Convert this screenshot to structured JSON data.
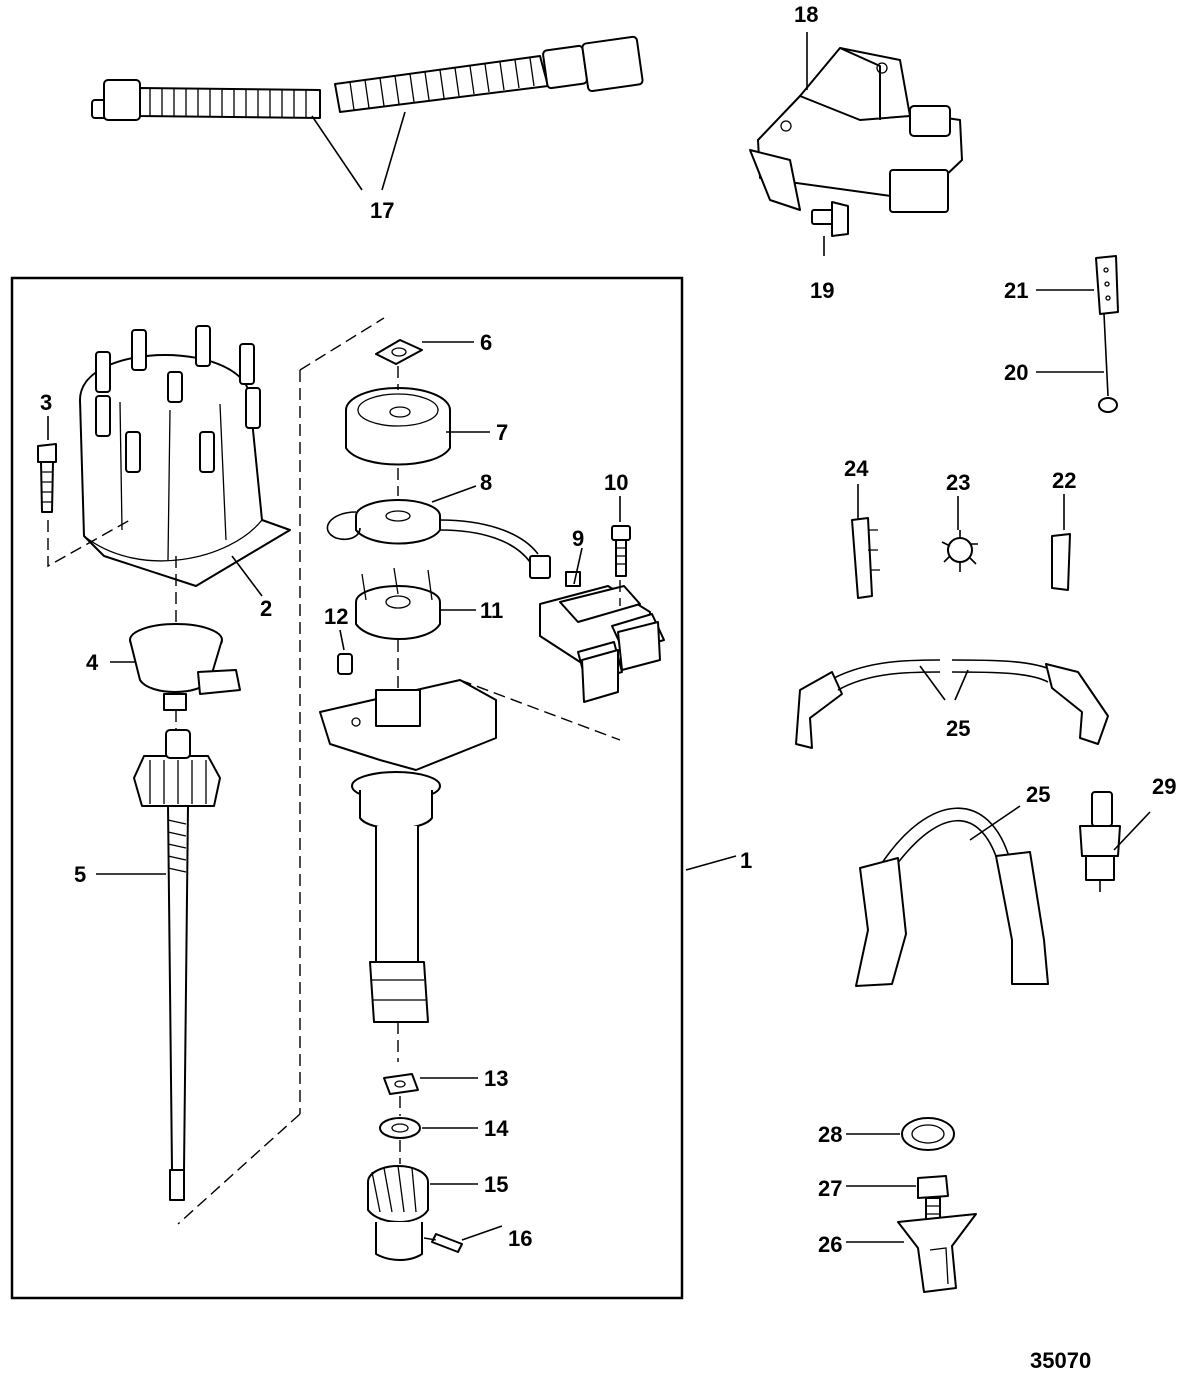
{
  "figure_number": "35070",
  "callouts": [
    {
      "id": "c1",
      "label": "1"
    },
    {
      "id": "c2",
      "label": "2"
    },
    {
      "id": "c3",
      "label": "3"
    },
    {
      "id": "c4",
      "label": "4"
    },
    {
      "id": "c5",
      "label": "5"
    },
    {
      "id": "c6",
      "label": "6"
    },
    {
      "id": "c7",
      "label": "7"
    },
    {
      "id": "c8",
      "label": "8"
    },
    {
      "id": "c9",
      "label": "9"
    },
    {
      "id": "c10",
      "label": "10"
    },
    {
      "id": "c11",
      "label": "11"
    },
    {
      "id": "c12",
      "label": "12"
    },
    {
      "id": "c13",
      "label": "13"
    },
    {
      "id": "c14",
      "label": "14"
    },
    {
      "id": "c15",
      "label": "15"
    },
    {
      "id": "c16",
      "label": "16"
    },
    {
      "id": "c17",
      "label": "17"
    },
    {
      "id": "c18",
      "label": "18"
    },
    {
      "id": "c19",
      "label": "19"
    },
    {
      "id": "c20",
      "label": "20"
    },
    {
      "id": "c21",
      "label": "21"
    },
    {
      "id": "c22",
      "label": "22"
    },
    {
      "id": "c23",
      "label": "23"
    },
    {
      "id": "c24",
      "label": "24"
    },
    {
      "id": "c25a",
      "label": "25"
    },
    {
      "id": "c25b",
      "label": "25"
    },
    {
      "id": "c26",
      "label": "26"
    },
    {
      "id": "c27",
      "label": "27"
    },
    {
      "id": "c28",
      "label": "28"
    },
    {
      "id": "c29",
      "label": "29"
    }
  ]
}
